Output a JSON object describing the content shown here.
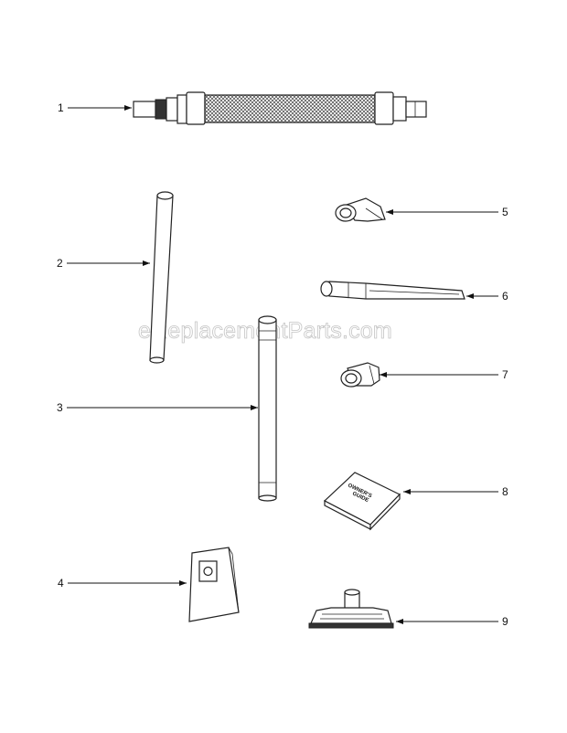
{
  "callouts": [
    {
      "id": "1",
      "label": "1",
      "part": "hose"
    },
    {
      "id": "2",
      "label": "2",
      "part": "wand-upper"
    },
    {
      "id": "3",
      "label": "3",
      "part": "wand-lower"
    },
    {
      "id": "4",
      "label": "4",
      "part": "dust-bag"
    },
    {
      "id": "5",
      "label": "5",
      "part": "dusting-brush"
    },
    {
      "id": "6",
      "label": "6",
      "part": "crevice-tool"
    },
    {
      "id": "7",
      "label": "7",
      "part": "upholstery-nozzle"
    },
    {
      "id": "8",
      "label": "8",
      "part": "owners-guide"
    },
    {
      "id": "9",
      "label": "9",
      "part": "floor-brush"
    }
  ],
  "guide_text": {
    "line1": "OWNER'S",
    "line2": "GUIDE"
  },
  "watermark": "eReplacementParts.com",
  "colors": {
    "line": "#222222",
    "watermark_outline": "#c4c4c4",
    "background": "#ffffff"
  }
}
